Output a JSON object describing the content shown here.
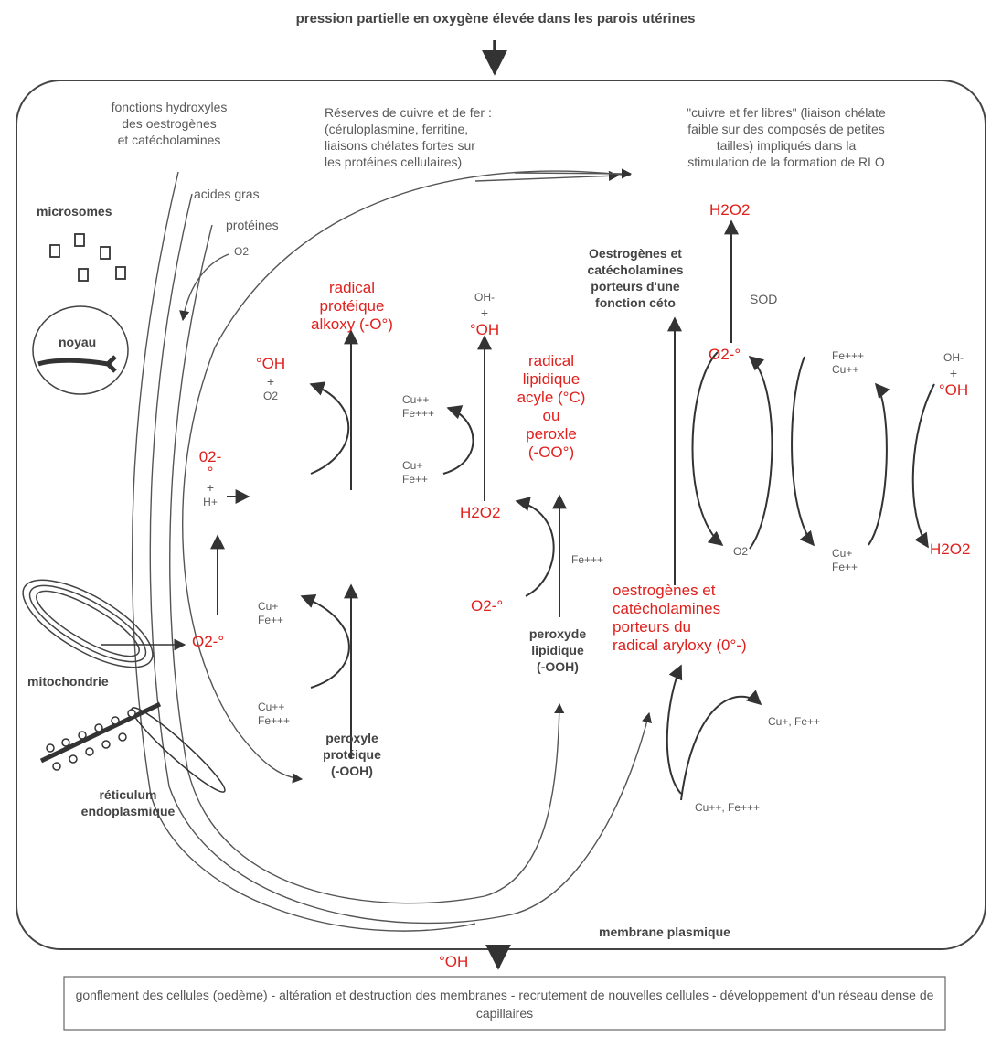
{
  "title": "pression partielle en oxygène élevée dans les parois utérines",
  "labels": {
    "hydroxyl": [
      "fonctions hydroxyles",
      "des oestrogènes",
      "et catécholamines"
    ],
    "reserves": [
      "Réserves de cuivre et de fer  :",
      "(céruloplasmine, ferritine,",
      "liaisons chélates fortes sur",
      "les protéines cellulaires)"
    ],
    "free_metals": [
      "\"cuivre et fer libres\" (liaison chélate",
      "faible  sur des composés de petites",
      "tailles) impliqués  dans la",
      "stimulation de la formation de RLO"
    ],
    "acides_gras": "acides gras",
    "proteines": "protéines",
    "microsomes": "microsomes",
    "noyau": "noyau",
    "mitochondrie": "mitochondrie",
    "reticulum": [
      "réticulum",
      "endoplasmique"
    ],
    "membrane": "membrane plasmique",
    "o2_small": "O2",
    "radical_proteique": [
      "radical",
      "protéique",
      "alkoxy (-O°)"
    ],
    "oh_o2_left": [
      "°OH",
      "+",
      "O2"
    ],
    "o2minus_h": [
      "02-",
      "°",
      "+",
      "H+"
    ],
    "o2minus_mito": "O2-°",
    "cu_fe_left_top": [
      "Cu+",
      "Fe++"
    ],
    "cu_fe_left_bot": [
      "Cu++",
      "Fe+++"
    ],
    "peroxyle_proteique": [
      "peroxyle",
      "protéique",
      "(-OOH)"
    ],
    "oh_minus_oh_mid": [
      "OH-",
      "+",
      "°OH"
    ],
    "cu_fe_mid_top": [
      "Cu++",
      "Fe+++"
    ],
    "cu_fe_mid_bot": [
      "Cu+",
      "Fe++"
    ],
    "h2o2_mid": "H2O2",
    "radical_lipidique": [
      "radical",
      "lipidique",
      "acyle (°C)",
      "ou",
      "peroxle",
      "(-OO°)"
    ],
    "fe3_mid": "Fe+++",
    "o2minus_mid": "O2-°",
    "peroxyde_lipidique": [
      "peroxyde",
      "lipidique",
      "(-OOH)"
    ],
    "oestro_ceto": [
      "Oestrogènes et",
      "catécholamines",
      "porteurs d'une",
      "fonction céto"
    ],
    "h2o2_top": "H2O2",
    "sod": "SOD",
    "o2minus_right": "O2-°",
    "o2_right": "O2",
    "fe_cu_right_top": [
      "Fe+++",
      "Cu++"
    ],
    "cu_fe_right_bot": [
      "Cu+",
      "Fe++"
    ],
    "oh_minus_oh_right": [
      "OH-",
      "+",
      "°OH"
    ],
    "h2o2_right": "H2O2",
    "oestro_aryloxy": [
      "oestrogènes et",
      "catécholamines",
      "porteurs du",
      "radical aryloxy (0°-)"
    ],
    "cu_fe_out": "Cu+, Fe++",
    "cu_fe_in": "Cu++, Fe+++",
    "oh_bottom": "°OH"
  },
  "bottom": "gonflement des cellules (oedème)  -  altération et destruction des membranes  -  recrutement de nouvelles cellules  -   développement d'un réseau dense de capillaires",
  "colors": {
    "red": "#e0201c",
    "line": "#555555"
  }
}
